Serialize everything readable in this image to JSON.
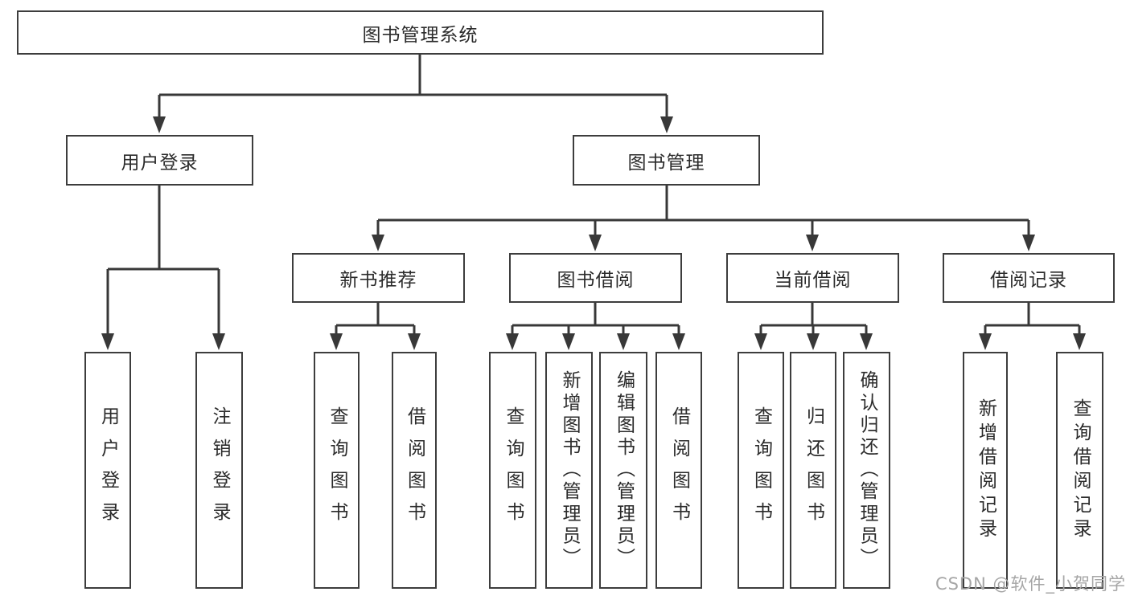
{
  "colors": {
    "background": "#ffffff",
    "line": "#383838",
    "box_border": "#3d3d3d",
    "box_fill": "#ffffff",
    "text": "#2b2b2b",
    "watermark": "#a6a6a6"
  },
  "watermark": "CSDN @软件_小贺同学",
  "tree": {
    "label": "图书管理系统",
    "children": [
      {
        "label": "用户登录",
        "children": [
          {
            "label": "用户登录"
          },
          {
            "label": "注销登录"
          }
        ]
      },
      {
        "label": "图书管理",
        "children": [
          {
            "label": "新书推荐",
            "children": [
              {
                "label": "查询图书"
              },
              {
                "label": "借阅图书"
              }
            ]
          },
          {
            "label": "图书借阅",
            "children": [
              {
                "label": "查询图书"
              },
              {
                "label": "新增图书（管理员）"
              },
              {
                "label": "编辑图书（管理员）"
              },
              {
                "label": "借阅图书"
              }
            ]
          },
          {
            "label": "当前借阅",
            "children": [
              {
                "label": "查询图书"
              },
              {
                "label": "归还图书"
              },
              {
                "label": "确认归还（管理员）"
              }
            ]
          },
          {
            "label": "借阅记录",
            "children": [
              {
                "label": "新增借阅记录"
              },
              {
                "label": "查询借阅记录"
              }
            ]
          }
        ]
      }
    ]
  }
}
